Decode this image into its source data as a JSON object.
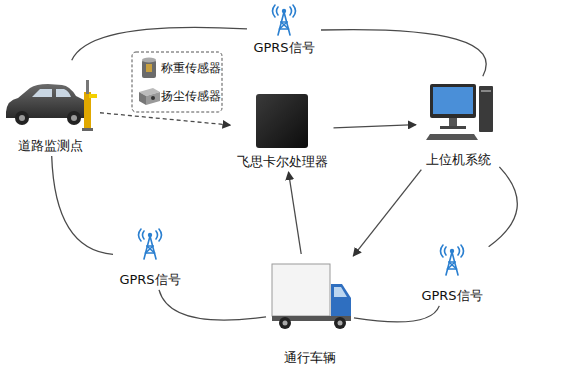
{
  "diagram": {
    "nodes": [
      {
        "text": [
          "GPRS信号"
        ]
      },
      {
        "text": [
          "道路监测点"
        ]
      },
      {
        "text": [
          "称重传感器"
        ]
      },
      {
        "text": [
          "扬尘传感器"
        ]
      },
      {
        "text": [
          "飞思卡尔处理器"
        ]
      },
      {
        "text": [
          "上位机系统"
        ]
      },
      {
        "text": [
          "GPRS信号"
        ]
      },
      {
        "text": [
          "通行车辆"
        ]
      },
      {
        "text": [
          "GPRS信号"
        ]
      }
    ],
    "edges": [
      {
        "from": 1,
        "to": 0,
        "arrow": "none"
      },
      {
        "from": 0,
        "to": 5,
        "arrow": "none"
      },
      {
        "from": 1,
        "to": 4,
        "arrow": "to"
      },
      {
        "from": 4,
        "to": 5,
        "arrow": "to"
      },
      {
        "from": 5,
        "to": 7,
        "arrow": "to"
      },
      {
        "from": 7,
        "to": 4,
        "arrow": "to"
      },
      {
        "from": 1,
        "to": 6,
        "arrow": "none"
      },
      {
        "from": 6,
        "to": 7,
        "arrow": "none"
      },
      {
        "from": 7,
        "to": 8,
        "arrow": "none"
      },
      {
        "from": 8,
        "to": 5,
        "arrow": "none"
      }
    ]
  }
}
